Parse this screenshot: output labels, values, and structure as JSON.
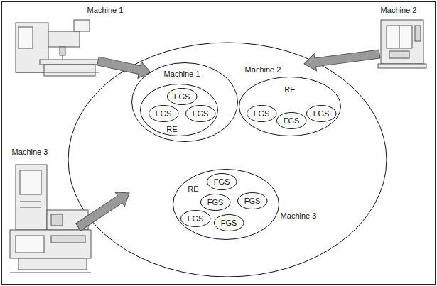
{
  "diagram": {
    "nodes": [
      {
        "text": [
          "Machine 1"
        ]
      },
      {
        "text": [
          "RE"
        ],
        "in": 0
      },
      {
        "text": [
          "FGS"
        ],
        "in": 1
      },
      {
        "text": [
          "FGS"
        ],
        "in": 1
      },
      {
        "text": [
          "FGS"
        ],
        "in": 1
      },
      {
        "text": [
          "Machine 2",
          "RE"
        ]
      },
      {
        "text": [
          "FGS"
        ],
        "in": 5
      },
      {
        "text": [
          "FGS"
        ],
        "in": 5
      },
      {
        "text": [
          "FGS"
        ],
        "in": 5
      },
      {
        "text": [
          "Machine 3",
          "RE"
        ]
      },
      {
        "text": [
          "FGS"
        ],
        "in": 9
      },
      {
        "text": [
          "FGS"
        ],
        "in": 9
      },
      {
        "text": [
          "FGS"
        ],
        "in": 9
      },
      {
        "text": [
          "FGS"
        ],
        "in": 9
      },
      {
        "text": [
          "FGS"
        ],
        "in": 9
      }
    ],
    "labels": [
      "Machine 1",
      "Machine 2",
      "Machine 3"
    ]
  }
}
